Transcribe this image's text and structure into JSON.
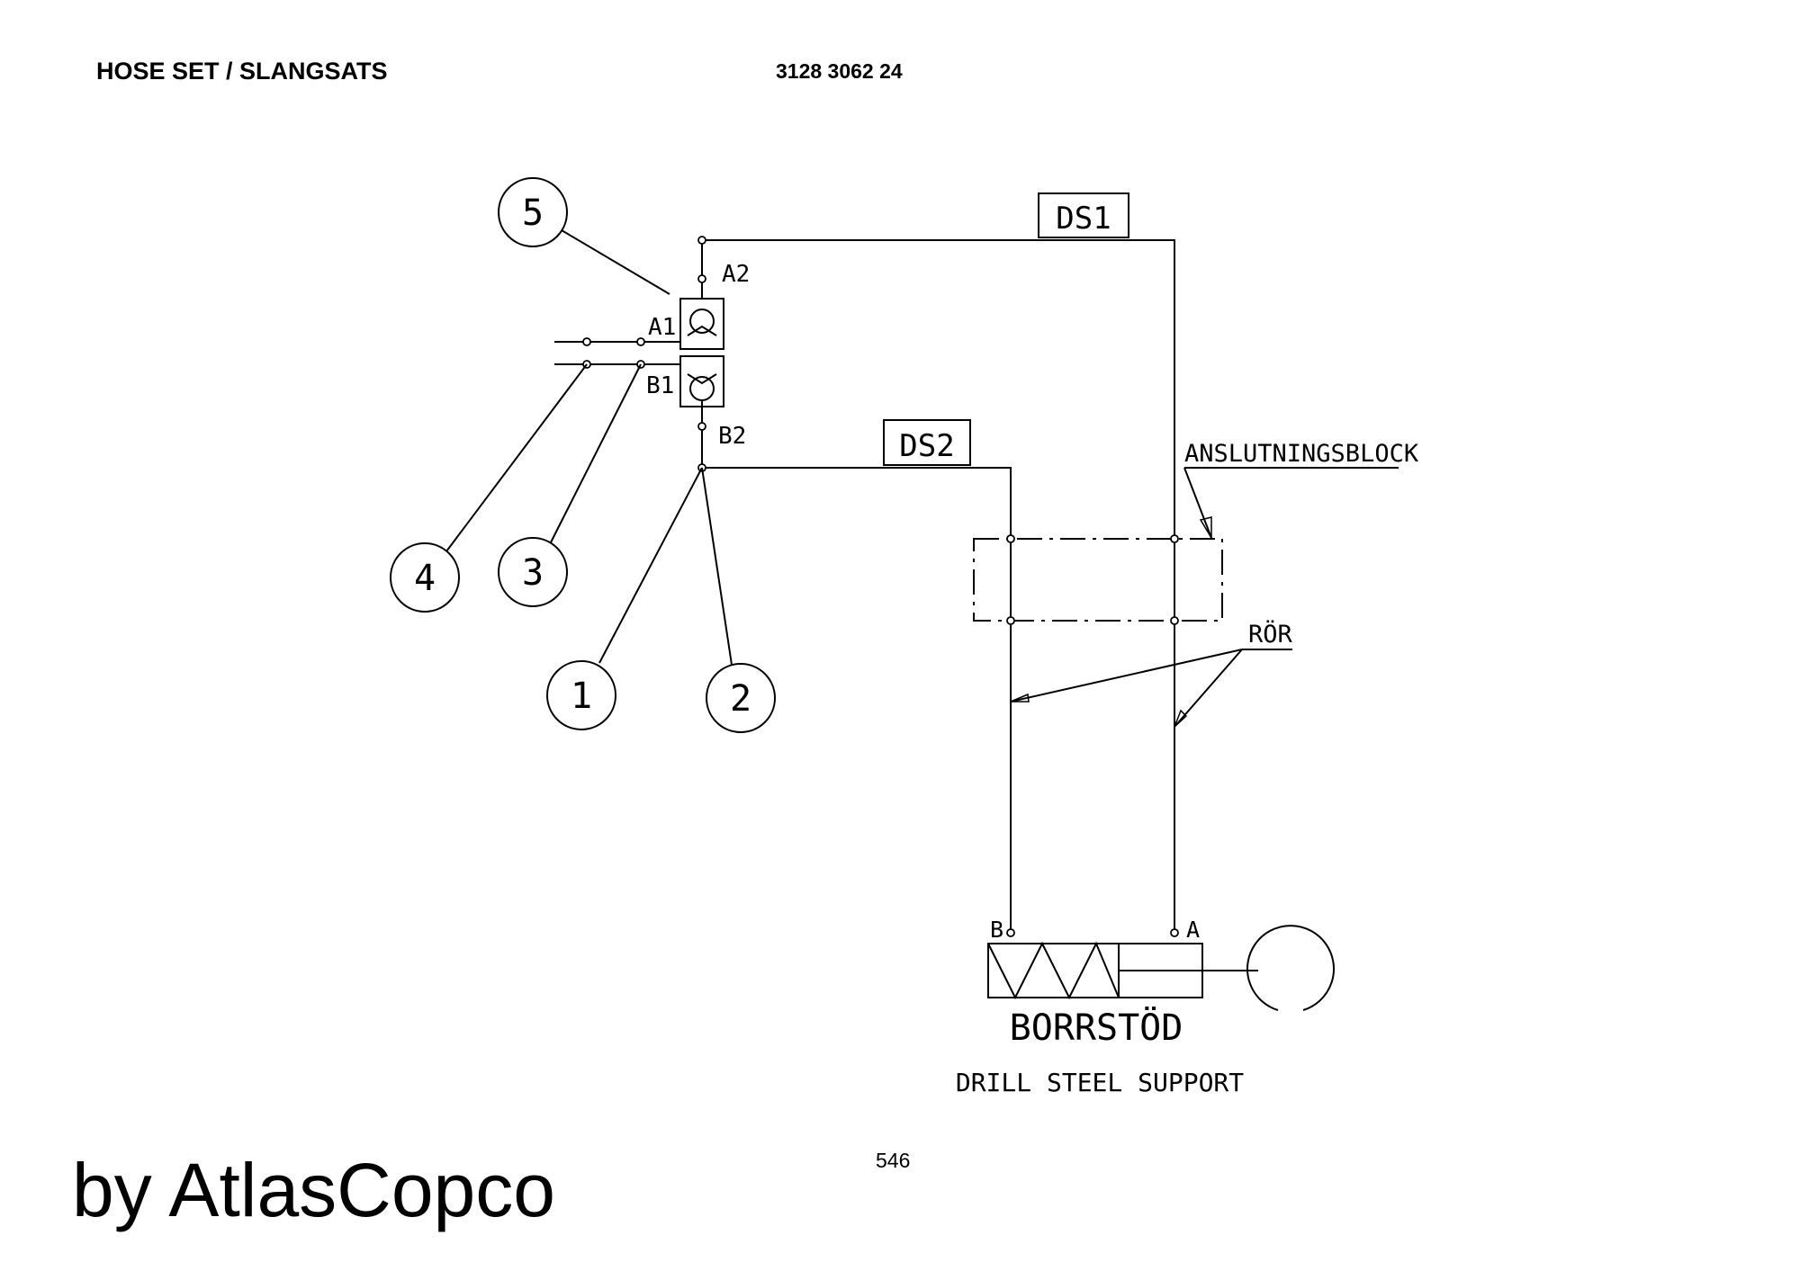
{
  "header": {
    "title": "HOSE SET / SLANGSATS",
    "part_number": "3128 3062 24"
  },
  "footer": {
    "page_number": "546",
    "brand": "by AtlasCopco"
  },
  "diagram": {
    "callouts": [
      "5",
      "4",
      "3",
      "1",
      "2"
    ],
    "port_labels": {
      "a2": "A2",
      "a1": "A1",
      "b1": "B1",
      "b2": "B2",
      "b": "B",
      "a": "A"
    },
    "line_tags": {
      "ds1": "DS1",
      "ds2": "DS2"
    },
    "annotations": {
      "block": "ANSLUTNINGSBLOCK",
      "pipe": "RÖR",
      "component": "BORRSTÖD",
      "component_en": "DRILL STEEL SUPPORT"
    }
  }
}
